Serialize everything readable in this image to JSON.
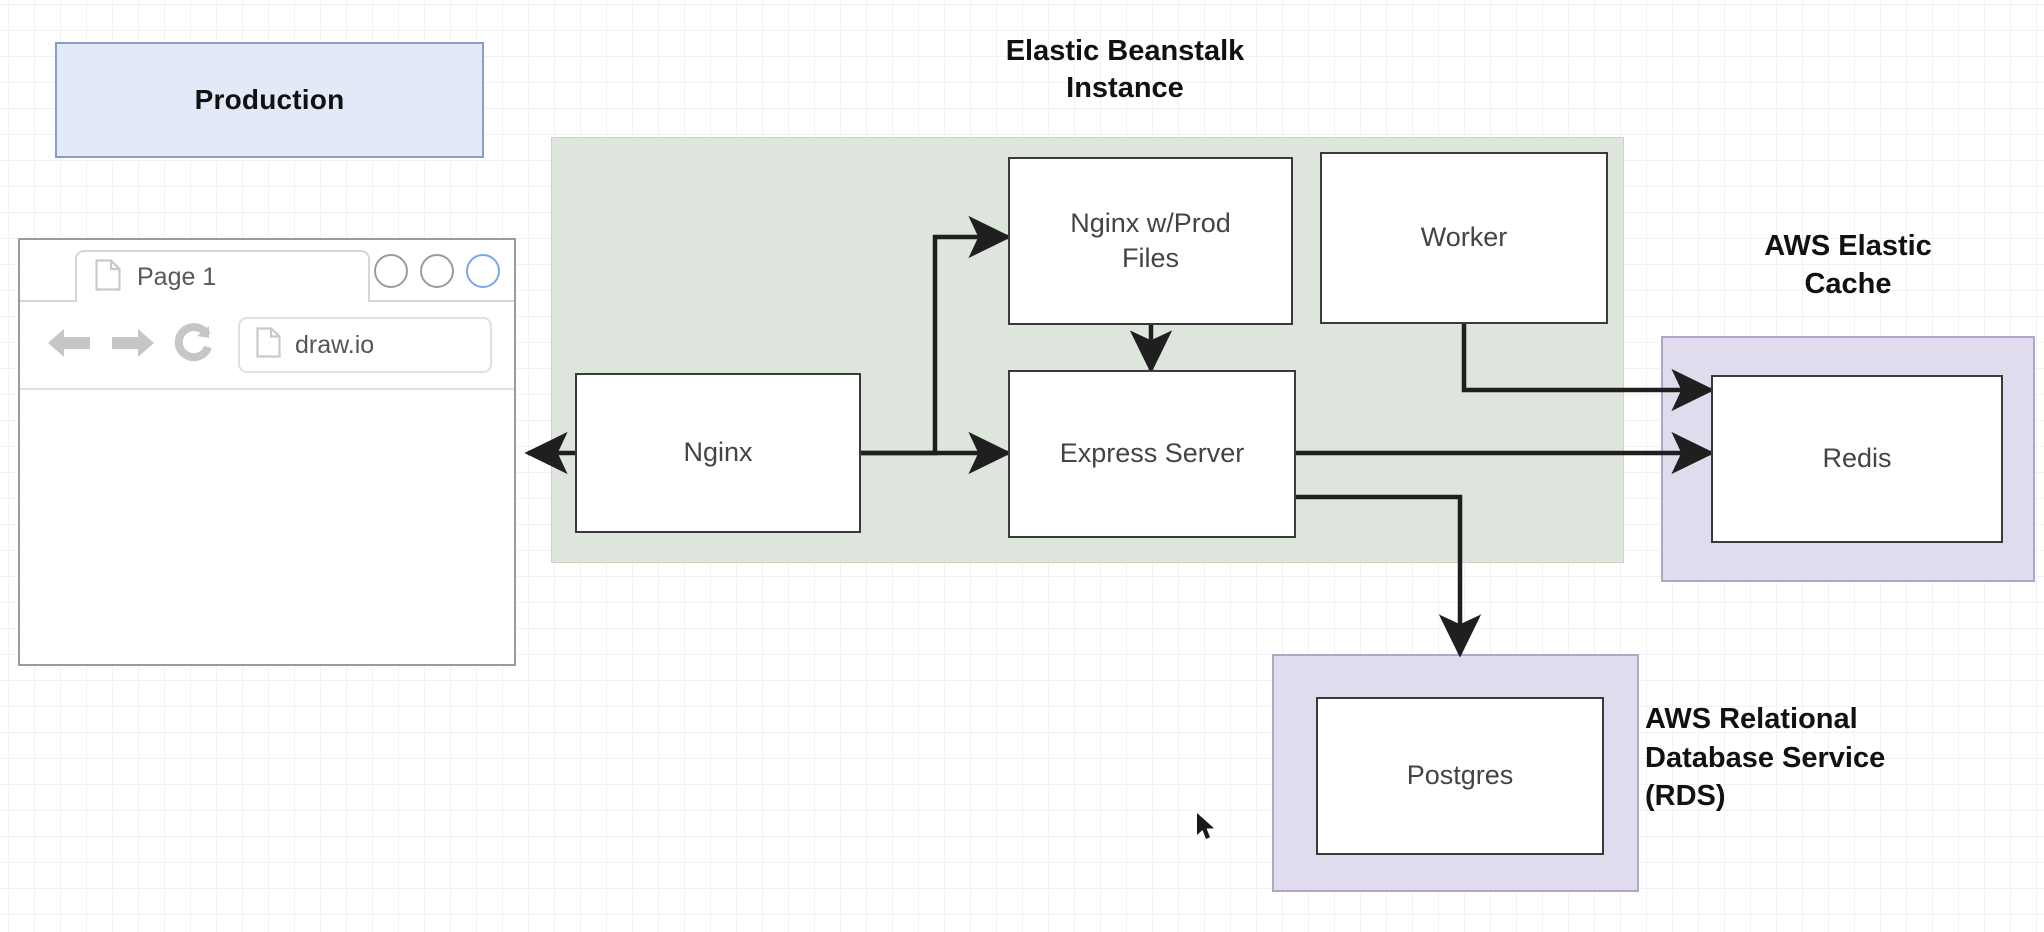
{
  "legend": {
    "production_label": "Production"
  },
  "browser": {
    "tab_label": "Page 1",
    "tab_icon": "document-icon",
    "url_value": "draw.io",
    "url_icon": "document-icon",
    "back_icon": "arrow-left-icon",
    "forward_icon": "arrow-right-icon",
    "reload_icon": "reload-icon",
    "window_buttons": [
      "circle-button",
      "circle-button",
      "circle-button-active"
    ]
  },
  "groups": {
    "elastic_beanstalk": {
      "title": "Elastic Beanstalk\nInstance",
      "title_line1": "Elastic Beanstalk",
      "title_line2": "Instance",
      "fill": "#dee5dc",
      "stroke": "#c9d4c4"
    },
    "elastic_cache": {
      "title_line1": "AWS Elastic",
      "title_line2": "Cache",
      "fill": "#e1dced",
      "stroke": "#b3a4cc"
    },
    "rds": {
      "title_line1": "AWS Relational",
      "title_line2": "Database Service",
      "title_line3": "(RDS)",
      "fill": "#e1dced",
      "stroke": "#b3a4cc"
    }
  },
  "nodes": {
    "nginx": "Nginx",
    "nginx_prod": "Nginx w/Prod Files",
    "nginx_prod_line1": "Nginx w/Prod",
    "nginx_prod_line2": "Files",
    "worker": "Worker",
    "express": "Express Server",
    "redis": "Redis",
    "postgres": "Postgres"
  },
  "colors": {
    "production_fill": "#e3eaf7",
    "production_stroke": "#8a9dc4",
    "beanstalk_fill": "#dee5dc",
    "aws_purple_fill": "#e1dced",
    "aws_purple_stroke": "#b3a4cc",
    "node_stroke": "#3a3a3a",
    "connector": "#1f1f1f"
  },
  "connectors": [
    {
      "from": "browser",
      "to": "nginx",
      "direction": "bidirectional"
    },
    {
      "from": "nginx",
      "to": "nginx_prod",
      "direction": "forward"
    },
    {
      "from": "nginx",
      "to": "express",
      "direction": "forward"
    },
    {
      "from": "nginx_prod",
      "to": "express",
      "direction": "forward"
    },
    {
      "from": "worker",
      "to": "redis",
      "direction": "forward"
    },
    {
      "from": "express",
      "to": "redis",
      "direction": "forward"
    },
    {
      "from": "express",
      "to": "postgres",
      "direction": "forward"
    }
  ],
  "cursor": {
    "icon": "mouse-pointer-icon"
  }
}
